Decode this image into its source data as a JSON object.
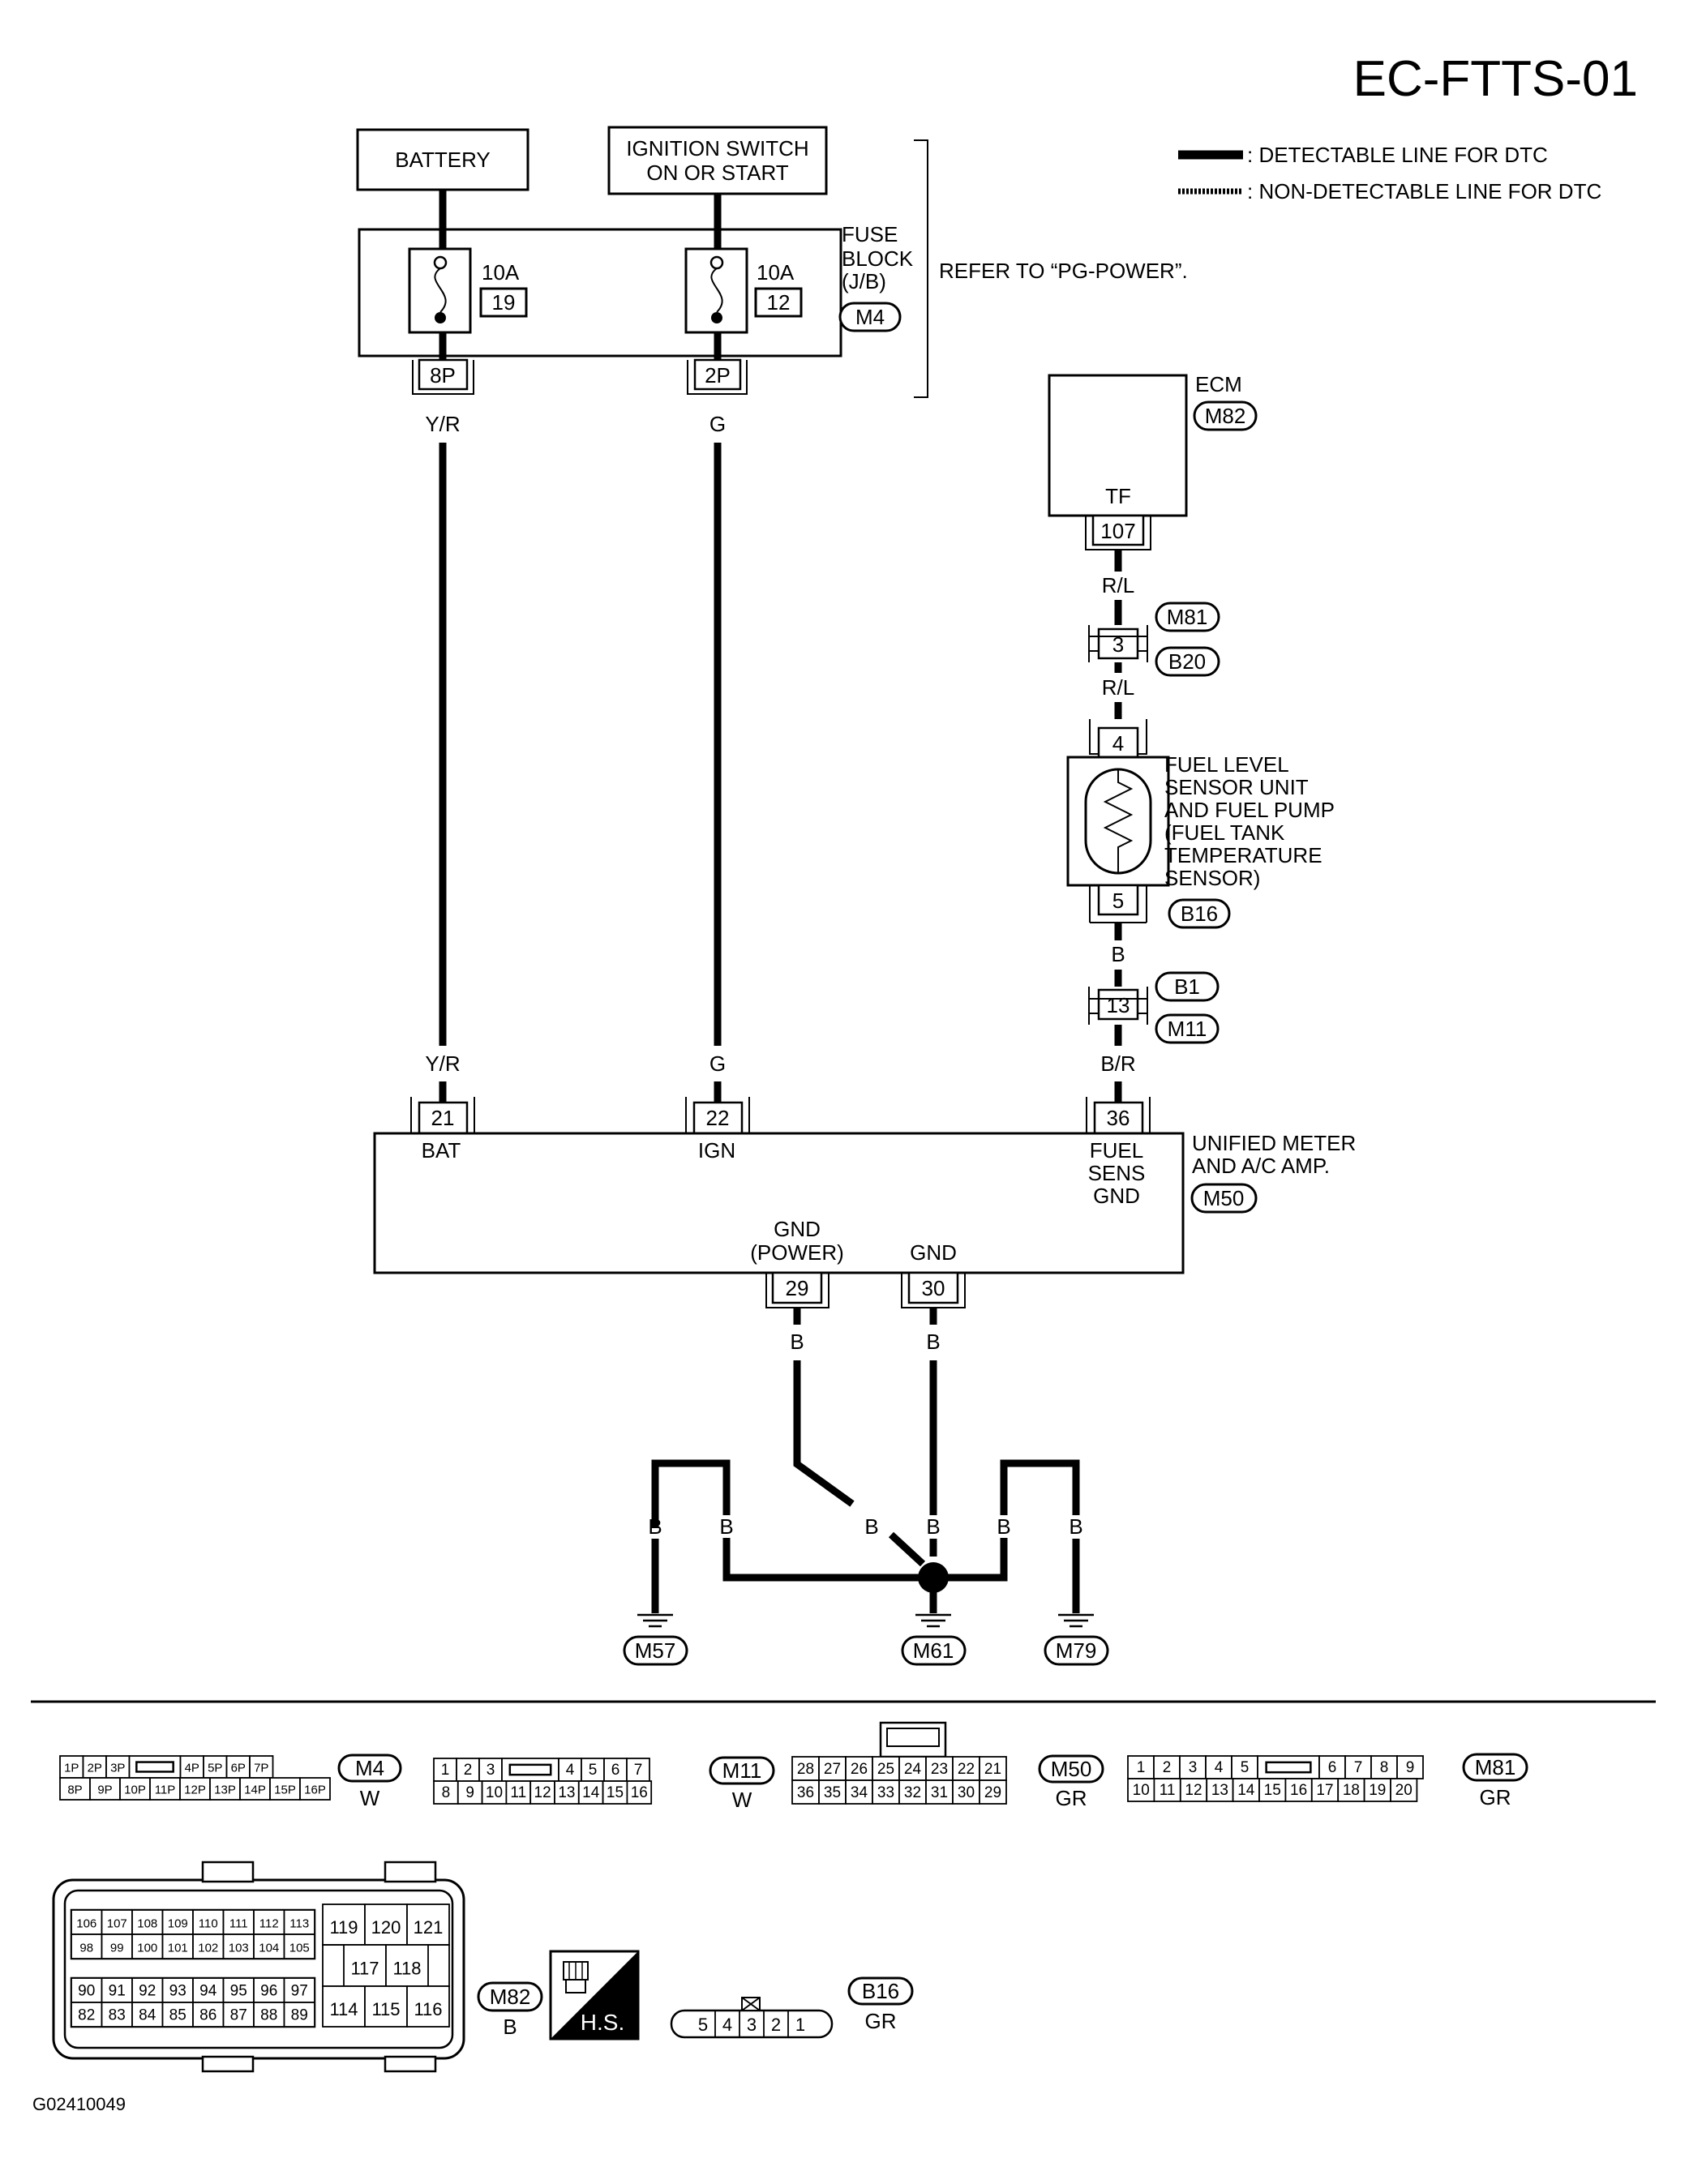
{
  "page_code": "EC-FTTS-01",
  "figure_id": "G02410049",
  "legend": {
    "detectable": ": DETECTABLE LINE FOR DTC",
    "non_detectable": ": NON-DETECTABLE LINE FOR DTC"
  },
  "power": {
    "battery": "BATTERY",
    "ignition_line1": "IGNITION SWITCH",
    "ignition_line2": "ON OR START",
    "fuse_block_line1": "FUSE",
    "fuse_block_line2": "BLOCK",
    "fuse_block_line3": "(J/B)",
    "fuse_block_conn": "M4",
    "refer": "REFER TO “PG-POWER”.",
    "fuse1_rating": "10A",
    "fuse1_no": "19",
    "fuse2_rating": "10A",
    "fuse2_no": "12",
    "term1": "8P",
    "term2": "2P"
  },
  "wires": {
    "yr": "Y/R",
    "g": "G",
    "rl": "R/L",
    "b": "B",
    "br": "B/R"
  },
  "ecm": {
    "label": "ECM",
    "conn": "M82",
    "pin_label": "TF",
    "pin": "107"
  },
  "joint1": {
    "conn_top": "M81",
    "pin": "3",
    "conn_bottom": "B20"
  },
  "sensor": {
    "line1": "FUEL  LEVEL",
    "line2": "SENSOR UNIT",
    "line3": "AND FUEL PUMP",
    "line4": "(FUEL TANK",
    "line5": "TEMPERATURE",
    "line6": "SENSOR)",
    "pin_top": "4",
    "pin_bottom": "5",
    "conn": "B16"
  },
  "joint2": {
    "conn_top": "B1",
    "pin": "13",
    "conn_bottom": "M11"
  },
  "meter": {
    "line1": "UNIFIED METER",
    "line2": "AND A/C AMP.",
    "conn": "M50",
    "pin_bat": "21",
    "lbl_bat": "BAT",
    "pin_ign": "22",
    "lbl_ign": "IGN",
    "pin_fuel": "36",
    "lbl_fuel1": "FUEL",
    "lbl_fuel2": "SENS",
    "lbl_fuel3": "GND",
    "lbl_gndp1": "GND",
    "lbl_gndp2": "(POWER)",
    "pin_gndp": "29",
    "lbl_gnd": "GND",
    "pin_gnd": "30"
  },
  "grounds": [
    "M57",
    "M61",
    "M79"
  ],
  "connectors": {
    "m4": {
      "id": "M4",
      "color": "W",
      "row1": [
        "1P",
        "2P",
        "3P",
        "",
        "4P",
        "5P",
        "6P",
        "7P"
      ],
      "row2": [
        "8P",
        "9P",
        "10P",
        "11P",
        "12P",
        "13P",
        "14P",
        "15P",
        "16P"
      ]
    },
    "m11": {
      "id": "M11",
      "color": "W",
      "row1": [
        "1",
        "2",
        "3",
        "",
        "4",
        "5",
        "6",
        "7"
      ],
      "row2": [
        "8",
        "9",
        "10",
        "11",
        "12",
        "13",
        "14",
        "15",
        "16"
      ]
    },
    "m50": {
      "id": "M50",
      "color": "GR",
      "row1": [
        "28",
        "27",
        "26",
        "25",
        "24",
        "23",
        "22",
        "21"
      ],
      "row2": [
        "36",
        "35",
        "34",
        "33",
        "32",
        "31",
        "30",
        "29"
      ]
    },
    "m81": {
      "id": "M81",
      "color": "GR",
      "row1": [
        "1",
        "2",
        "3",
        "4",
        "5",
        "",
        "6",
        "7",
        "8",
        "9"
      ],
      "row2": [
        "10",
        "11",
        "12",
        "13",
        "14",
        "15",
        "16",
        "17",
        "18",
        "19",
        "20"
      ]
    },
    "m82": {
      "id": "M82",
      "color": "B",
      "left_row1": [
        "106",
        "107",
        "108",
        "109",
        "110",
        "111",
        "112",
        "113"
      ],
      "left_row2": [
        "98",
        "99",
        "100",
        "101",
        "102",
        "103",
        "104",
        "105"
      ],
      "left_row3": [
        "90",
        "91",
        "92",
        "93",
        "94",
        "95",
        "96",
        "97"
      ],
      "left_row4": [
        "82",
        "83",
        "84",
        "85",
        "86",
        "87",
        "88",
        "89"
      ],
      "right_row1": [
        "119",
        "120",
        "121"
      ],
      "right_row2": [
        "117",
        "118"
      ],
      "right_row3": [
        "114",
        "115",
        "116"
      ]
    },
    "hs": {
      "label": "H.S."
    },
    "b16": {
      "id": "B16",
      "color": "GR",
      "pins": [
        "5",
        "4",
        "3",
        "2",
        "1"
      ]
    }
  }
}
